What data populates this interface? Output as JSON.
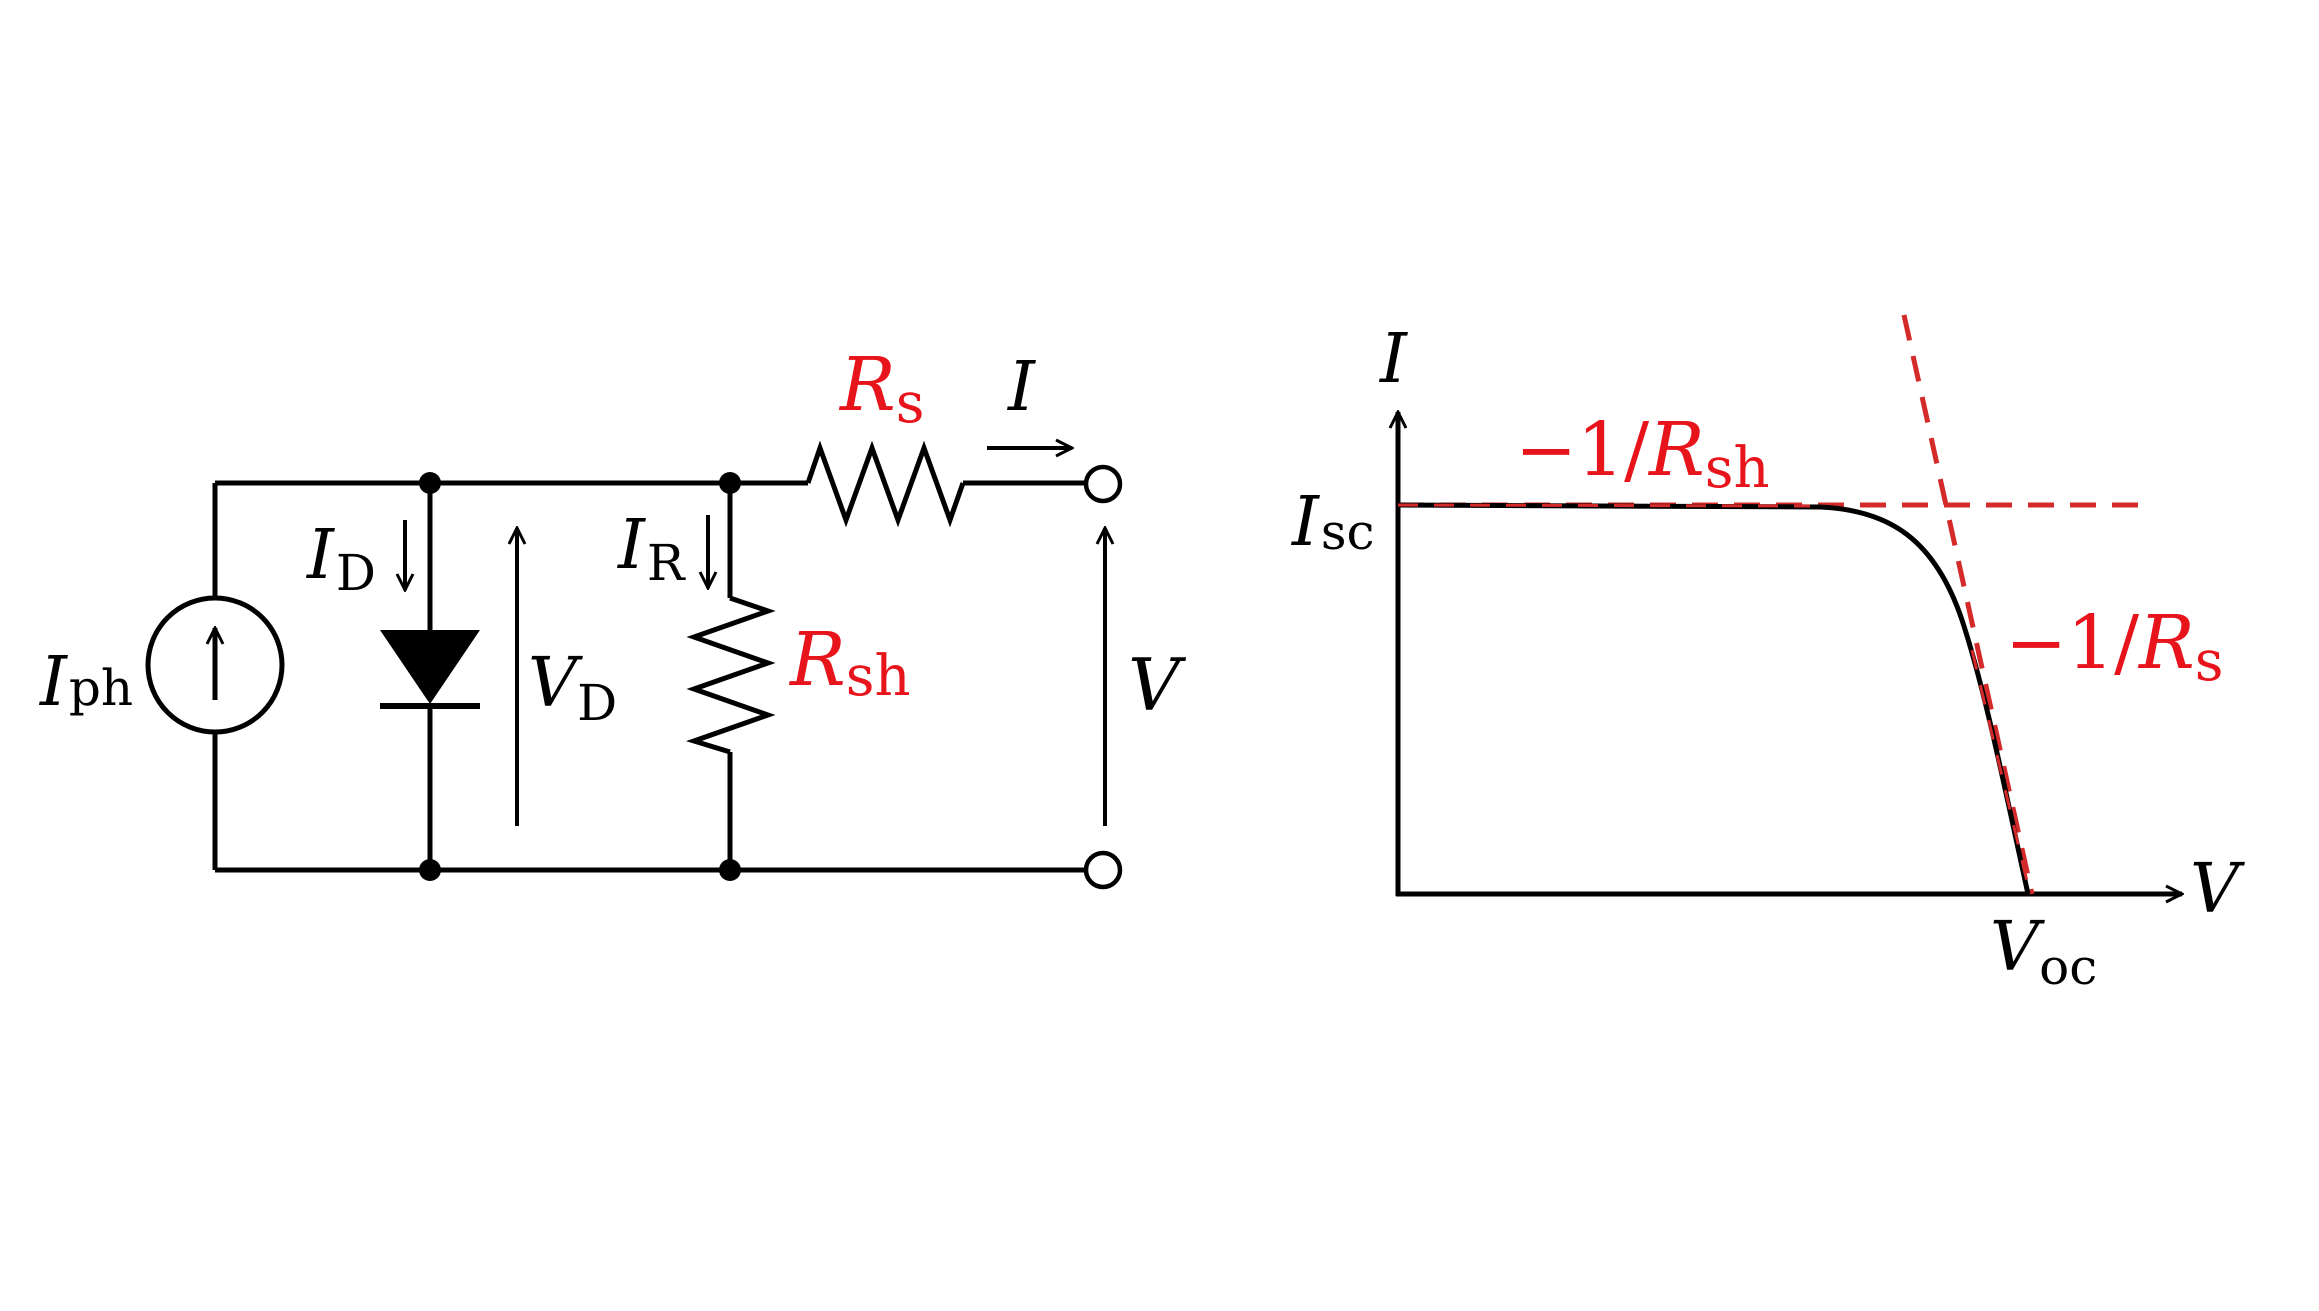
{
  "colors": {
    "ink": "#000000",
    "accent": "#e8141c",
    "dash": "#d42a2a"
  },
  "circuit": {
    "source": {
      "main": "I",
      "sub": "ph"
    },
    "diode_current": {
      "main": "I",
      "sub": "D"
    },
    "diode_voltage": {
      "main": "V",
      "sub": "D"
    },
    "shunt_current": {
      "main": "I",
      "sub": "R"
    },
    "shunt_resistor": {
      "main": "R",
      "sub": "sh"
    },
    "series_resistor": {
      "main": "R",
      "sub": "s"
    },
    "output_current": "I",
    "output_voltage": "V"
  },
  "iv_curve": {
    "y_axis_label": "I",
    "x_axis_label": "V",
    "isc": {
      "main": "I",
      "sub": "sc"
    },
    "voc": {
      "main": "V",
      "sub": "oc"
    },
    "slope_shunt": {
      "prefix": "−1/",
      "main": "R",
      "sub": "sh"
    },
    "slope_series": {
      "prefix": "−1/",
      "main": "R",
      "sub": "s"
    }
  }
}
